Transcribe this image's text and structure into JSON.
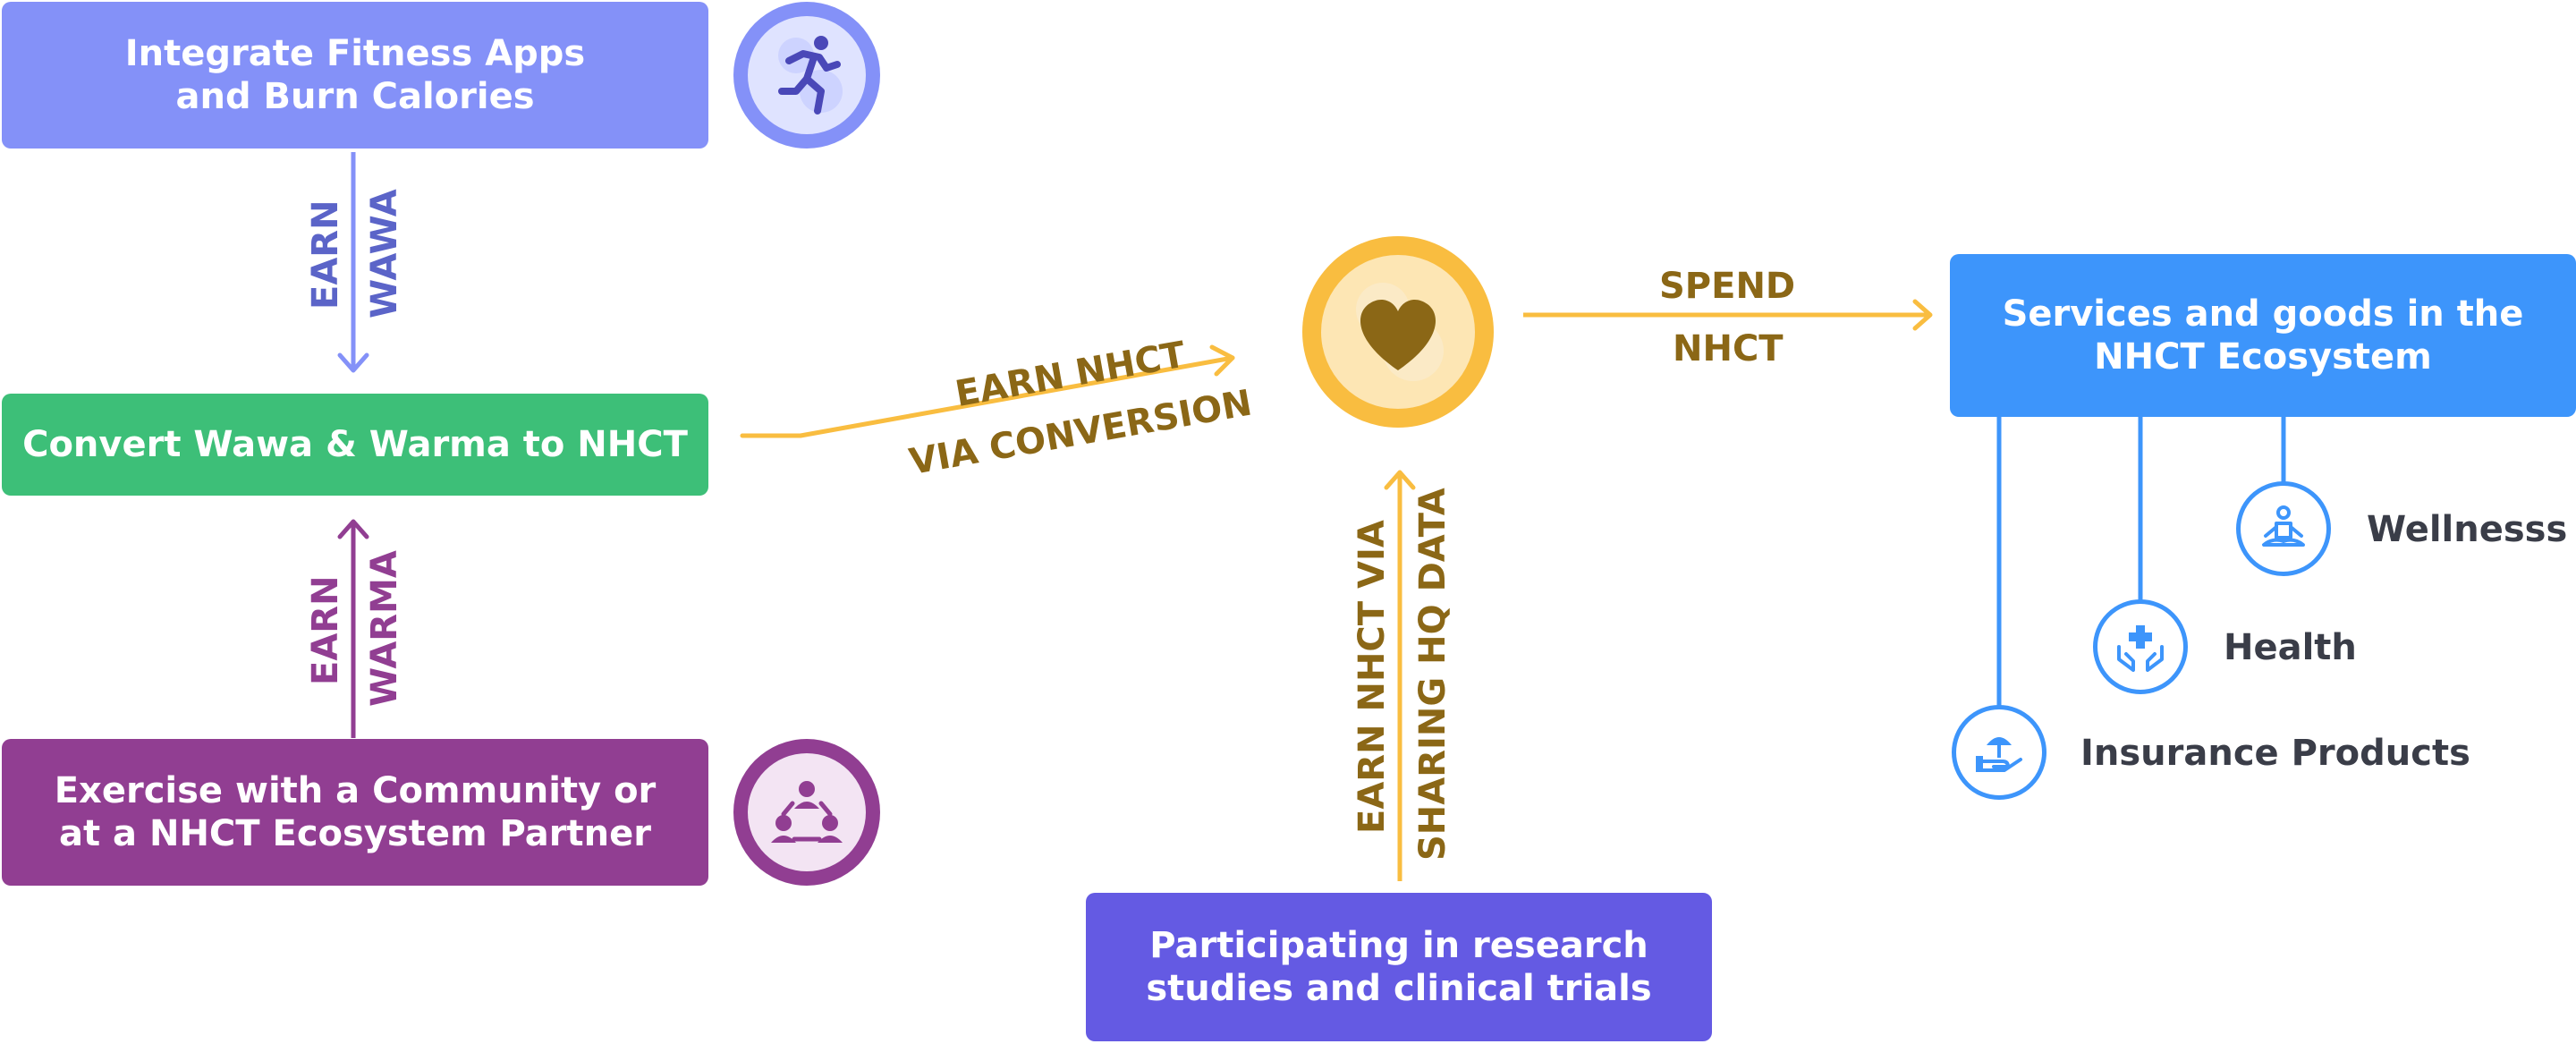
{
  "boxes": {
    "fitness": "Integrate Fitness Apps\nand Burn Calories",
    "convert": "Convert Wawa & Warma to NHCT",
    "community": "Exercise with a Community or\nat a NHCT Ecosystem Partner",
    "research": "Participating in research\nstudies and clinical trials",
    "services": "Services and goods in the\nNHCT Ecosystem"
  },
  "labels": {
    "earn_wawa_1": "EARN",
    "earn_wawa_2": "WAWA",
    "earn_warma_1": "EARN",
    "earn_warma_2": "WARMA",
    "earn_nhct_conv": "EARN NHCT\nVIA CONVERSION",
    "spend_1": "SPEND",
    "spend_2": "NHCT",
    "earn_nhct_data_1": "EARN NHCT VIA",
    "earn_nhct_data_2": "SHARING HQ DATA"
  },
  "services_items": {
    "wellness": "Wellnesss",
    "health": "Health",
    "insurance": "Insurance Products"
  },
  "icons": {
    "fitness": "running-person-icon",
    "community": "community-group-icon",
    "center": "heart-icon",
    "wellness": "meditation-icon",
    "health": "hands-medical-cross-icon",
    "insurance": "hand-umbrella-icon"
  },
  "colors": {
    "fitness_box": "#8491f8",
    "convert_box": "#3dbf78",
    "community_box": "#913e92",
    "research_box": "#645ae3",
    "services_box": "#3d95fb",
    "gold_arrow": "#f9bd40",
    "gold_text": "#8b6716"
  }
}
